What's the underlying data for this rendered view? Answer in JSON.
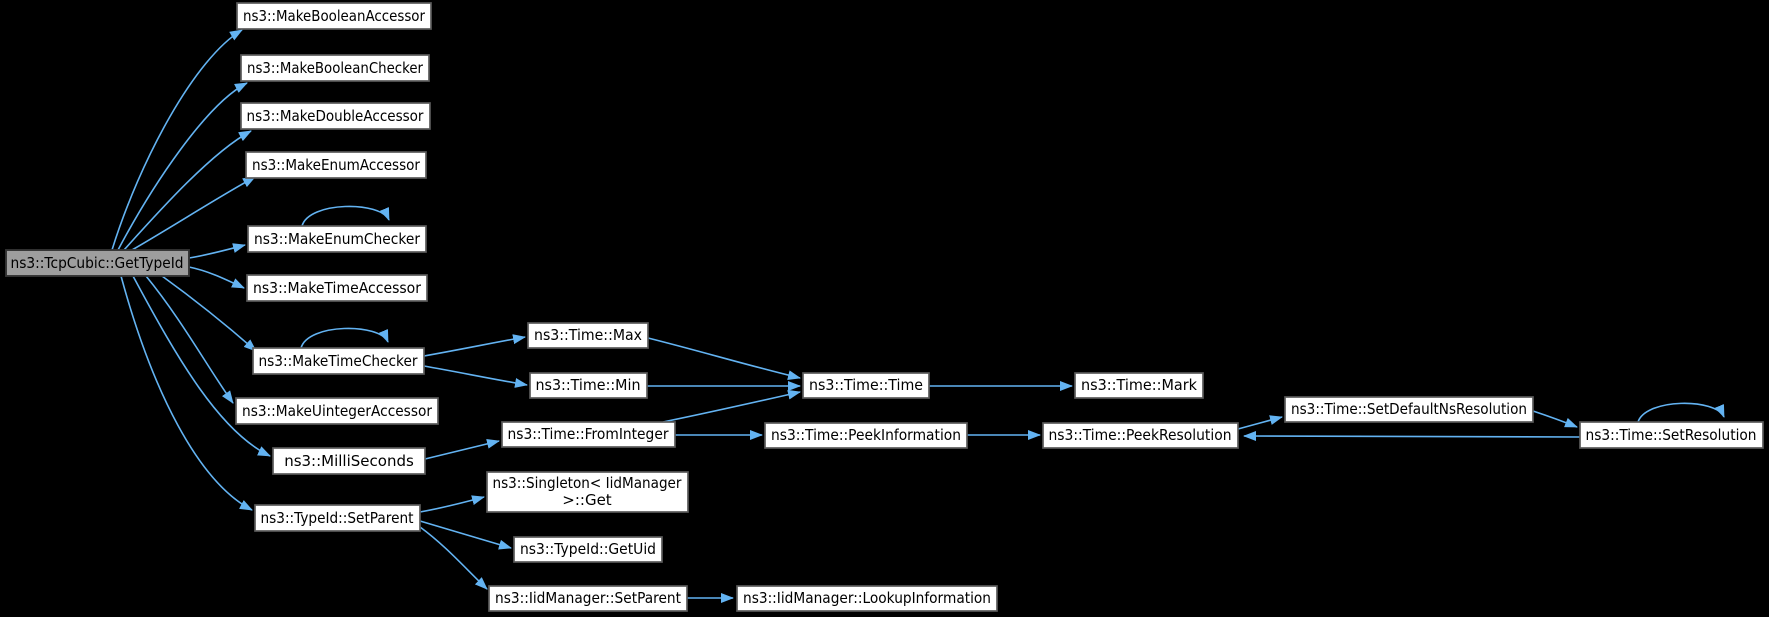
{
  "diagram": {
    "type": "call-graph",
    "style": "doxygen-dark",
    "root": "ns3::TcpCubic::GetTypeId"
  },
  "colors": {
    "background": "#000000",
    "edge": "#63b3f2",
    "node_fill": "#ffffff",
    "node_border": "#5a5a5a",
    "root_fill": "#9e9e9e",
    "root_border": "#333333",
    "text": "#000000"
  },
  "nodes": {
    "getTypeId": {
      "label": "ns3::TcpCubic::GetTypeId"
    },
    "makeBooleanAccessor": {
      "label": "ns3::MakeBooleanAccessor"
    },
    "makeBooleanChecker": {
      "label": "ns3::MakeBooleanChecker"
    },
    "makeDoubleAccessor": {
      "label": "ns3::MakeDoubleAccessor"
    },
    "makeEnumAccessor": {
      "label": "ns3::MakeEnumAccessor"
    },
    "makeEnumChecker": {
      "label": "ns3::MakeEnumChecker"
    },
    "makeTimeAccessor": {
      "label": "ns3::MakeTimeAccessor"
    },
    "makeTimeChecker": {
      "label": "ns3::MakeTimeChecker"
    },
    "makeUintegerAccessor": {
      "label": "ns3::MakeUintegerAccessor"
    },
    "milliSeconds": {
      "label": "ns3::MilliSeconds"
    },
    "typeIdSetParent": {
      "label": "ns3::TypeId::SetParent"
    },
    "timeMax": {
      "label": "ns3::Time::Max"
    },
    "timeMin": {
      "label": "ns3::Time::Min"
    },
    "timeFromInteger": {
      "label": "ns3::Time::FromInteger"
    },
    "singletonGet": {
      "label": "ns3::Singleton< IidManager >::Get",
      "lines": [
        "ns3::Singleton< IidManager",
        ">::Get"
      ]
    },
    "typeIdGetUid": {
      "label": "ns3::TypeId::GetUid"
    },
    "iidSetParent": {
      "label": "ns3::IidManager::SetParent"
    },
    "timeTime": {
      "label": "ns3::Time::Time"
    },
    "timePeekInformation": {
      "label": "ns3::Time::PeekInformation"
    },
    "iidLookupInformation": {
      "label": "ns3::IidManager::LookupInformation"
    },
    "timeMark": {
      "label": "ns3::Time::Mark"
    },
    "timePeekResolution": {
      "label": "ns3::Time::PeekResolution"
    },
    "setDefaultNsResolution": {
      "label": "ns3::Time::SetDefaultNsResolution"
    },
    "setResolution": {
      "label": "ns3::Time::SetResolution"
    }
  },
  "edges": [
    {
      "from": "getTypeId",
      "to": "makeBooleanAccessor"
    },
    {
      "from": "getTypeId",
      "to": "makeBooleanChecker"
    },
    {
      "from": "getTypeId",
      "to": "makeDoubleAccessor"
    },
    {
      "from": "getTypeId",
      "to": "makeEnumAccessor"
    },
    {
      "from": "getTypeId",
      "to": "makeEnumChecker"
    },
    {
      "from": "getTypeId",
      "to": "makeTimeAccessor"
    },
    {
      "from": "getTypeId",
      "to": "makeTimeChecker"
    },
    {
      "from": "getTypeId",
      "to": "makeUintegerAccessor"
    },
    {
      "from": "getTypeId",
      "to": "milliSeconds"
    },
    {
      "from": "getTypeId",
      "to": "typeIdSetParent"
    },
    {
      "from": "makeEnumChecker",
      "to": "makeEnumChecker",
      "self": true
    },
    {
      "from": "makeTimeChecker",
      "to": "makeTimeChecker",
      "self": true
    },
    {
      "from": "makeTimeChecker",
      "to": "timeMax"
    },
    {
      "from": "makeTimeChecker",
      "to": "timeMin"
    },
    {
      "from": "timeMax",
      "to": "timeTime"
    },
    {
      "from": "timeMin",
      "to": "timeTime"
    },
    {
      "from": "milliSeconds",
      "to": "timeFromInteger"
    },
    {
      "from": "timeFromInteger",
      "to": "timeTime"
    },
    {
      "from": "timeFromInteger",
      "to": "timePeekInformation"
    },
    {
      "from": "timeTime",
      "to": "timeMark"
    },
    {
      "from": "timePeekInformation",
      "to": "timePeekResolution"
    },
    {
      "from": "timePeekResolution",
      "to": "setDefaultNsResolution"
    },
    {
      "from": "setDefaultNsResolution",
      "to": "setResolution"
    },
    {
      "from": "setResolution",
      "to": "timePeekResolution"
    },
    {
      "from": "setResolution",
      "to": "setResolution",
      "self": true
    },
    {
      "from": "typeIdSetParent",
      "to": "singletonGet"
    },
    {
      "from": "typeIdSetParent",
      "to": "typeIdGetUid"
    },
    {
      "from": "typeIdSetParent",
      "to": "iidSetParent"
    },
    {
      "from": "iidSetParent",
      "to": "iidLookupInformation"
    }
  ]
}
